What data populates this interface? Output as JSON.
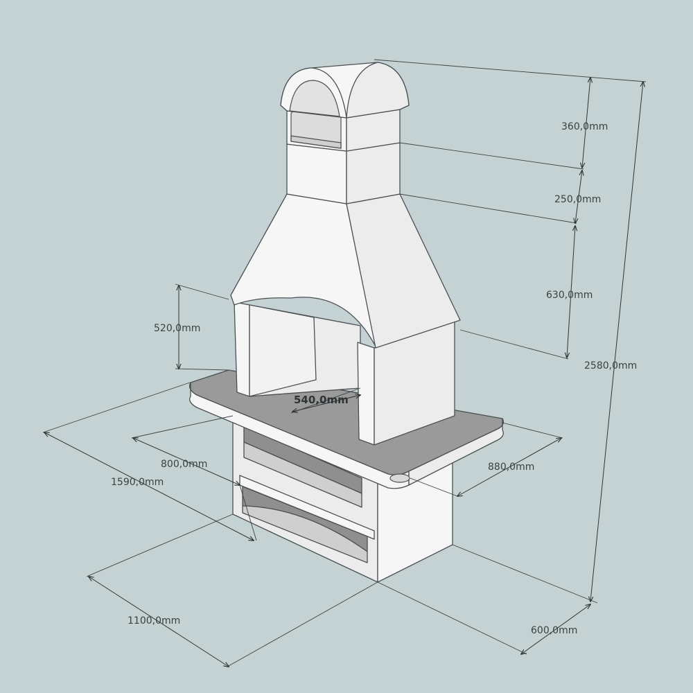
{
  "dimensions": {
    "cap_height": "360,0mm",
    "chimney_height": "250,0mm",
    "hood_height": "630,0mm",
    "total_height": "2580,0mm",
    "opening_height": "520,0mm",
    "firebox_depth": "540,0mm",
    "counter_depth": "800,0mm",
    "counter_width": "1590,0mm",
    "side_depth": "880,0mm",
    "base_width": "1100,0mm",
    "base_depth": "600,0mm"
  },
  "colors": {
    "background": "#c5d2d3",
    "structure": "#f6f6f6",
    "counter_top": "#9a9a9a",
    "shelf": "#8f8f8f",
    "line": "#2f3335"
  }
}
